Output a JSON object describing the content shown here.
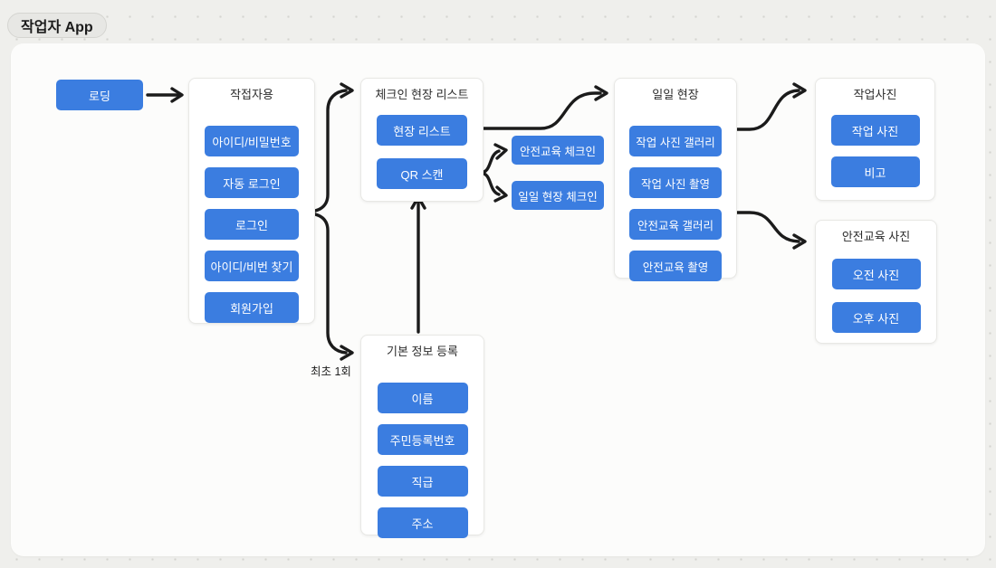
{
  "page_title": "작업자 App",
  "colors": {
    "accent_blue": "#3b7de0",
    "arrow_black": "#1b1b1b",
    "canvas_white": "#fcfcfb",
    "background_gray": "#efefec"
  },
  "nodes": {
    "loading": {
      "label": "로딩"
    }
  },
  "groups": {
    "worker": {
      "title": "작접자용",
      "items": [
        "아이디/비밀번호",
        "자동 로그인",
        "로그인",
        "아이디/비번 찾기",
        "회원가입"
      ]
    },
    "checkin_site_list": {
      "title": "체크인 현장 리스트",
      "items": [
        "현장 리스트",
        "QR 스캔"
      ]
    },
    "daily_site": {
      "title": "일일 현장",
      "items": [
        "작업 사진 갤러리",
        "작업 사진 촬영",
        "안전교육 갤러리",
        "안전교육 촬영"
      ]
    },
    "work_photo": {
      "title": "작업사진",
      "items": [
        "작업 사진",
        "비고"
      ]
    },
    "safety_edu_photo": {
      "title": "안전교육 사진",
      "items": [
        "오전 사진",
        "오후 사진"
      ]
    },
    "basic_info": {
      "title": "기본 정보 등록",
      "items": [
        "이름",
        "주민등록번호",
        "직급",
        "주소"
      ]
    }
  },
  "standalone": {
    "safety_edu_checkin": "안전교육 체크인",
    "daily_site_checkin": "일일 현장 체크인"
  },
  "annotations": {
    "first_time_once": "최초 1회"
  }
}
